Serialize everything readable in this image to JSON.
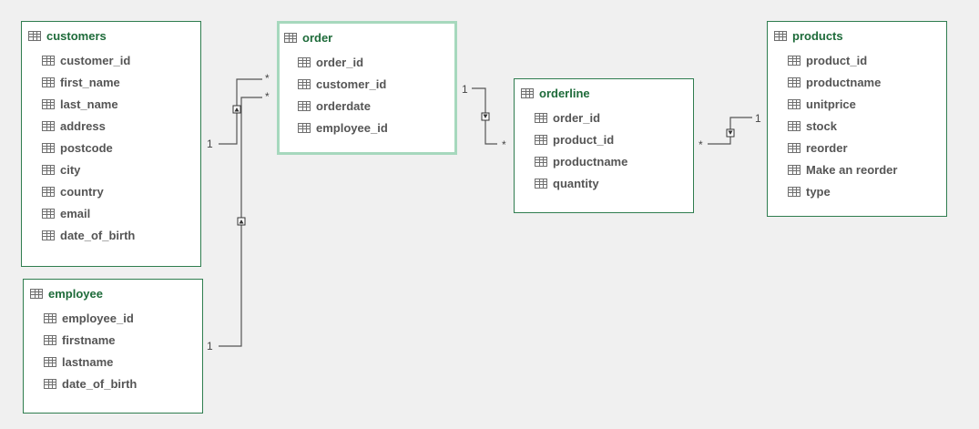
{
  "tables": {
    "customers": {
      "title": "customers",
      "fields": [
        "customer_id",
        "first_name",
        "last_name",
        "address",
        "postcode",
        "city",
        "country",
        "email",
        "date_of_birth"
      ]
    },
    "order": {
      "title": "order",
      "fields": [
        "order_id",
        "customer_id",
        "orderdate",
        "employee_id"
      ]
    },
    "orderline": {
      "title": "orderline",
      "fields": [
        "order_id",
        "product_id",
        "productname",
        "quantity"
      ]
    },
    "products": {
      "title": "products",
      "fields": [
        "product_id",
        "productname",
        "unitprice",
        "stock",
        "reorder",
        "Make an reorder",
        "type"
      ]
    },
    "employee": {
      "title": "employee",
      "fields": [
        "employee_id",
        "firstname",
        "lastname",
        "date_of_birth"
      ]
    }
  },
  "relationships": {
    "customers_order": {
      "one": "1",
      "many": "*"
    },
    "employee_order": {
      "one": "1",
      "many": "*"
    },
    "order_orderline": {
      "one": "1",
      "many": "*"
    },
    "products_orderline": {
      "one": "1",
      "many": "*"
    }
  },
  "colors": {
    "border": "#2f7d4f",
    "selected_border": "#a6d8bd",
    "title": "#1e6b3a",
    "line": "#555555",
    "background": "#f0f0f0"
  }
}
